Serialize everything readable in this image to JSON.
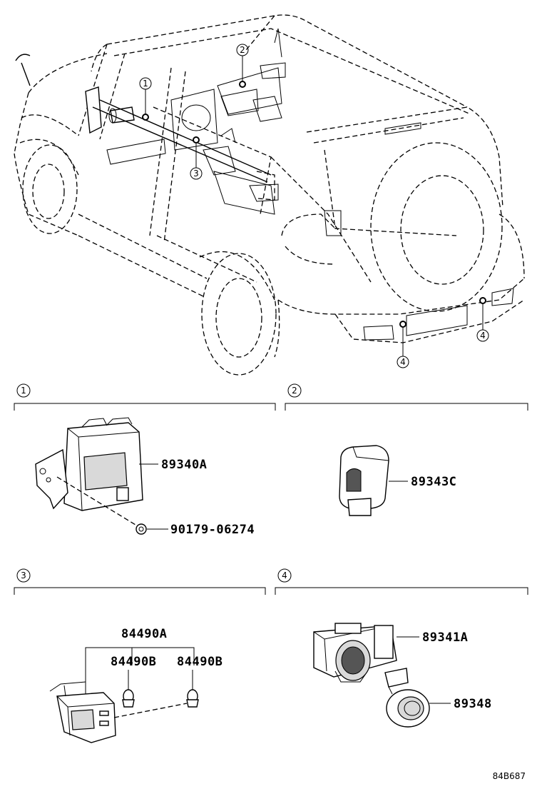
{
  "callouts": {
    "vehicle": [
      "1",
      "2",
      "3",
      "4",
      "4"
    ],
    "sections": [
      "1",
      "2",
      "3",
      "4"
    ]
  },
  "parts": {
    "s1_main": "89340A",
    "s1_clip": "90179-06274",
    "s2_main": "89343C",
    "s3_group": "84490A",
    "s3_left": "84490B",
    "s3_right": "84490B",
    "s4_sensor": "89341A",
    "s4_retainer": "89348"
  },
  "doc_code": "84B687"
}
